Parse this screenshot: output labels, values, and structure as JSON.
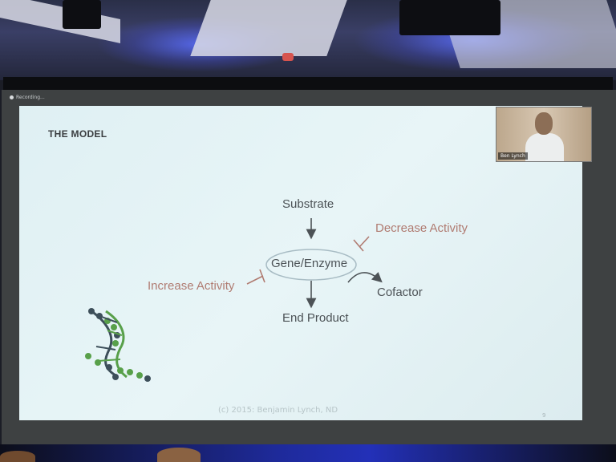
{
  "recording": {
    "label": "Recording..."
  },
  "slide": {
    "title": "THE MODEL",
    "diagram": {
      "center": "Gene/Enzyme",
      "substrate": "Substrate",
      "end_product": "End Product",
      "cofactor": "Cofactor",
      "decrease": "Decrease Activity",
      "increase": "Increase Activity"
    },
    "footer": "(c) 2015: Benjamin Lynch, ND",
    "page_number": "9",
    "icon": "dna-helix-icon"
  },
  "webcam": {
    "name": "Ben Lynch"
  },
  "colors": {
    "slide_bg": "#e2f2f5",
    "label_dark": "#4c5256",
    "label_red": "#b07b71",
    "dna_dark": "#3d4f5a",
    "dna_green": "#58a04a"
  }
}
